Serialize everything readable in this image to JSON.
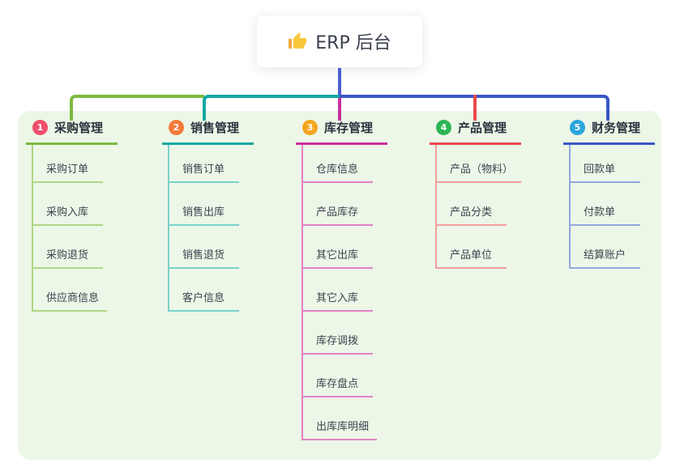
{
  "root": {
    "icon": "thumbs-up",
    "label": "ERP 后台"
  },
  "connectors": {
    "root_line_color": "#4a5ed4"
  },
  "panel": {
    "background": "#ecf7e8"
  },
  "branches": [
    {
      "num": "1",
      "title": "采购管理",
      "badge_color": "#ee4e6b",
      "line_color": "#7cb93f",
      "sub_line_color": "#aed584",
      "items": [
        "采购订单",
        "采购入库",
        "采购退货",
        "供应商信息"
      ]
    },
    {
      "num": "2",
      "title": "销售管理",
      "badge_color": "#f4793b",
      "line_color": "#12a8a2",
      "sub_line_color": "#7ad2cb",
      "items": [
        "销售订单",
        "销售出库",
        "销售退货",
        "客户信息"
      ]
    },
    {
      "num": "3",
      "title": "库存管理",
      "badge_color": "#f4a61d",
      "line_color": "#ca2f9c",
      "sub_line_color": "#e382c4",
      "items": [
        "仓库信息",
        "产品库存",
        "其它出库",
        "其它入库",
        "库存调拨",
        "库存盘点",
        "出库库明细"
      ]
    },
    {
      "num": "4",
      "title": "产品管理",
      "badge_color": "#2db553",
      "line_color": "#e9494f",
      "sub_line_color": "#f29d9d",
      "items": [
        "产品（物料）",
        "产品分类",
        "产品单位"
      ]
    },
    {
      "num": "5",
      "title": "财务管理",
      "badge_color": "#29a5dc",
      "line_color": "#3a57c8",
      "sub_line_color": "#93a7de",
      "items": [
        "回款单",
        "付款单",
        "结算账户"
      ]
    }
  ]
}
